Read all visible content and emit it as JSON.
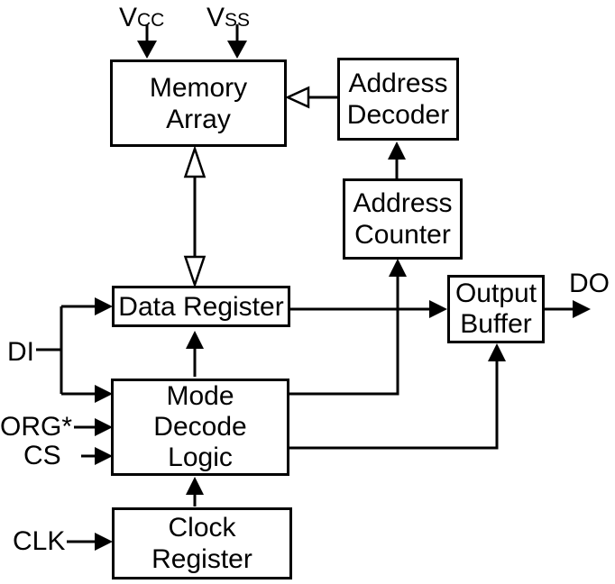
{
  "diagram": {
    "background": "#ffffff",
    "line_color": "#000000",
    "blocks": {
      "memory_array": {
        "line1": "Memory",
        "line2": "Array"
      },
      "address_decoder": {
        "line1": "Address",
        "line2": "Decoder"
      },
      "address_counter": {
        "line1": "Address",
        "line2": "Counter"
      },
      "data_register": {
        "line1": "Data Register"
      },
      "output_buffer": {
        "line1": "Output",
        "line2": "Buffer"
      },
      "mode_decode_logic": {
        "line1": "Mode",
        "line2": "Decode",
        "line3": "Logic"
      },
      "clock_register": {
        "line1": "Clock",
        "line2": "Register"
      }
    },
    "pins": {
      "vcc": {
        "main": "V",
        "sub": "CC"
      },
      "vss": {
        "main": "V",
        "sub": "SS"
      },
      "di": "DI",
      "org": "ORG*",
      "cs": "CS",
      "clk": "CLK",
      "do": "DO"
    }
  }
}
